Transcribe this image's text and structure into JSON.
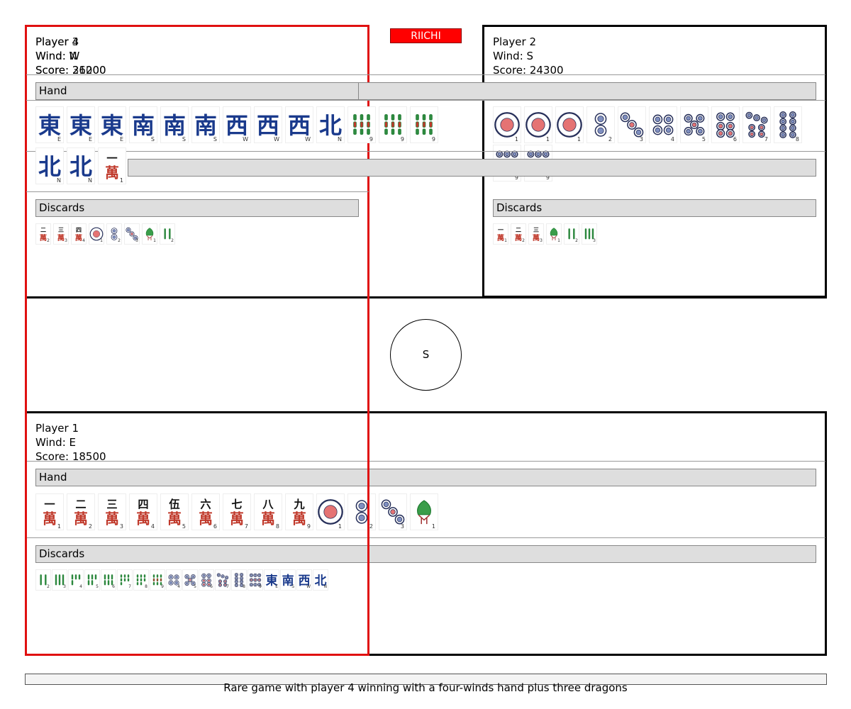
{
  "game": {
    "riichi_label": "RIICHI",
    "round_wind": "S",
    "caption": "Rare game with player 4 winning with a four-winds hand plus three dragons"
  },
  "players": {
    "p1": {
      "name": "Player 1",
      "wind": "Wind: E",
      "score": "Score: 18500",
      "hand_label": "Hand",
      "discards_label": "Discards",
      "hand": [
        {
          "suit": "man",
          "rank": 1,
          "label": "1"
        },
        {
          "suit": "man",
          "rank": 2,
          "label": "2"
        },
        {
          "suit": "man",
          "rank": 3,
          "label": "3"
        },
        {
          "suit": "man",
          "rank": 4,
          "label": "4"
        },
        {
          "suit": "man",
          "rank": 5,
          "label": "5"
        },
        {
          "suit": "man",
          "rank": 6,
          "label": "6"
        },
        {
          "suit": "man",
          "rank": 7,
          "label": "7"
        },
        {
          "suit": "man",
          "rank": 8,
          "label": "8"
        },
        {
          "suit": "man",
          "rank": 9,
          "label": "9"
        },
        {
          "suit": "pin",
          "rank": 1,
          "label": "1"
        },
        {
          "suit": "pin",
          "rank": 2,
          "label": "2"
        },
        {
          "suit": "pin",
          "rank": 3,
          "label": "3"
        },
        {
          "suit": "sou",
          "rank": 1,
          "label": "1"
        }
      ],
      "discards": [
        {
          "suit": "sou",
          "rank": 2,
          "label": "2"
        },
        {
          "suit": "sou",
          "rank": 3,
          "label": "3"
        },
        {
          "suit": "sou",
          "rank": 4,
          "label": "4"
        },
        {
          "suit": "sou",
          "rank": 5,
          "label": "5"
        },
        {
          "suit": "sou",
          "rank": 6,
          "label": "6"
        },
        {
          "suit": "sou",
          "rank": 7,
          "label": "7"
        },
        {
          "suit": "sou",
          "rank": 8,
          "label": "8"
        },
        {
          "suit": "sou",
          "rank": 9,
          "label": "9"
        },
        {
          "suit": "pin",
          "rank": 4,
          "label": "4"
        },
        {
          "suit": "pin",
          "rank": 5,
          "label": "5"
        },
        {
          "suit": "pin",
          "rank": 6,
          "label": "6"
        },
        {
          "suit": "pin",
          "rank": 7,
          "label": "7"
        },
        {
          "suit": "pin",
          "rank": 8,
          "label": "8"
        },
        {
          "suit": "pin",
          "rank": 9,
          "label": "9"
        },
        {
          "suit": "wind",
          "rank": "E",
          "label": "E"
        },
        {
          "suit": "wind",
          "rank": "S",
          "label": "S"
        },
        {
          "suit": "wind",
          "rank": "W",
          "label": "W"
        },
        {
          "suit": "wind",
          "rank": "N",
          "label": "N"
        }
      ]
    },
    "p2": {
      "name": "Player 2",
      "wind": "Wind: S",
      "score": "Score: 24300",
      "discards_label": "Discards",
      "hand": [
        {
          "suit": "pin",
          "rank": 1,
          "label": "1"
        },
        {
          "suit": "pin",
          "rank": 1,
          "label": "1"
        },
        {
          "suit": "pin",
          "rank": 1,
          "label": "1"
        },
        {
          "suit": "pin",
          "rank": 2,
          "label": "2"
        },
        {
          "suit": "pin",
          "rank": 3,
          "label": "3"
        },
        {
          "suit": "pin",
          "rank": 4,
          "label": "4"
        },
        {
          "suit": "pin",
          "rank": 5,
          "label": "5"
        },
        {
          "suit": "pin",
          "rank": 6,
          "label": "6"
        },
        {
          "suit": "pin",
          "rank": 7,
          "label": "7"
        },
        {
          "suit": "pin",
          "rank": 8,
          "label": "8"
        },
        {
          "suit": "pin",
          "rank": 9,
          "label": "9"
        },
        {
          "suit": "pin",
          "rank": 9,
          "label": "9"
        }
      ],
      "discards": [
        {
          "suit": "man",
          "rank": 1,
          "label": "1"
        },
        {
          "suit": "man",
          "rank": 2,
          "label": "2"
        },
        {
          "suit": "man",
          "rank": 3,
          "label": "3"
        },
        {
          "suit": "sou",
          "rank": 1,
          "label": "1"
        },
        {
          "suit": "sou",
          "rank": 2,
          "label": "2"
        },
        {
          "suit": "sou",
          "rank": 3,
          "label": "3"
        }
      ]
    },
    "p4": {
      "name": "Player 4",
      "wind": "Wind: W",
      "score": "Score: 26200",
      "hand_label": "Hand",
      "discards_label": "Discards",
      "hand": [
        {
          "suit": "wind",
          "rank": "E",
          "label": "E"
        },
        {
          "suit": "wind",
          "rank": "E",
          "label": "E"
        },
        {
          "suit": "wind",
          "rank": "E",
          "label": "E"
        },
        {
          "suit": "wind",
          "rank": "S",
          "label": "S"
        },
        {
          "suit": "wind",
          "rank": "S",
          "label": "S"
        },
        {
          "suit": "wind",
          "rank": "S",
          "label": "S"
        },
        {
          "suit": "wind",
          "rank": "W",
          "label": "W"
        },
        {
          "suit": "wind",
          "rank": "W",
          "label": "W"
        },
        {
          "suit": "wind",
          "rank": "W",
          "label": "W"
        },
        {
          "suit": "wind",
          "rank": "N",
          "label": "N"
        },
        {
          "suit": "sou",
          "rank": 9,
          "label": "9"
        },
        {
          "suit": "sou",
          "rank": 9,
          "label": "9"
        },
        {
          "suit": "sou",
          "rank": 9,
          "label": "9"
        }
      ],
      "hand_row2": [
        {
          "suit": "wind",
          "rank": "N",
          "label": "N"
        },
        {
          "suit": "wind",
          "rank": "N",
          "label": "N"
        },
        {
          "suit": "man",
          "rank": 1,
          "label": "1"
        }
      ],
      "discards": [
        {
          "suit": "man",
          "rank": 2,
          "label": "2"
        },
        {
          "suit": "man",
          "rank": 3,
          "label": "3"
        },
        {
          "suit": "man",
          "rank": 4,
          "label": "4"
        },
        {
          "suit": "pin",
          "rank": 1,
          "label": "1"
        },
        {
          "suit": "pin",
          "rank": 2,
          "label": "2"
        },
        {
          "suit": "pin",
          "rank": 3,
          "label": "3"
        },
        {
          "suit": "sou",
          "rank": 1,
          "label": "1"
        },
        {
          "suit": "sou",
          "rank": 2,
          "label": "2"
        }
      ]
    },
    "p3_overlap": {
      "name": "Player 3",
      "wind": "Wind: N",
      "score": "Score: 31000"
    }
  },
  "colors": {
    "winner_border": "#e01010",
    "riichi_bg": "#ff0000",
    "wind_blue": "#1a3a8c",
    "man_red": "#c0392b",
    "pin_navy": "#27305a",
    "sou_green": "#1d7a2f"
  }
}
